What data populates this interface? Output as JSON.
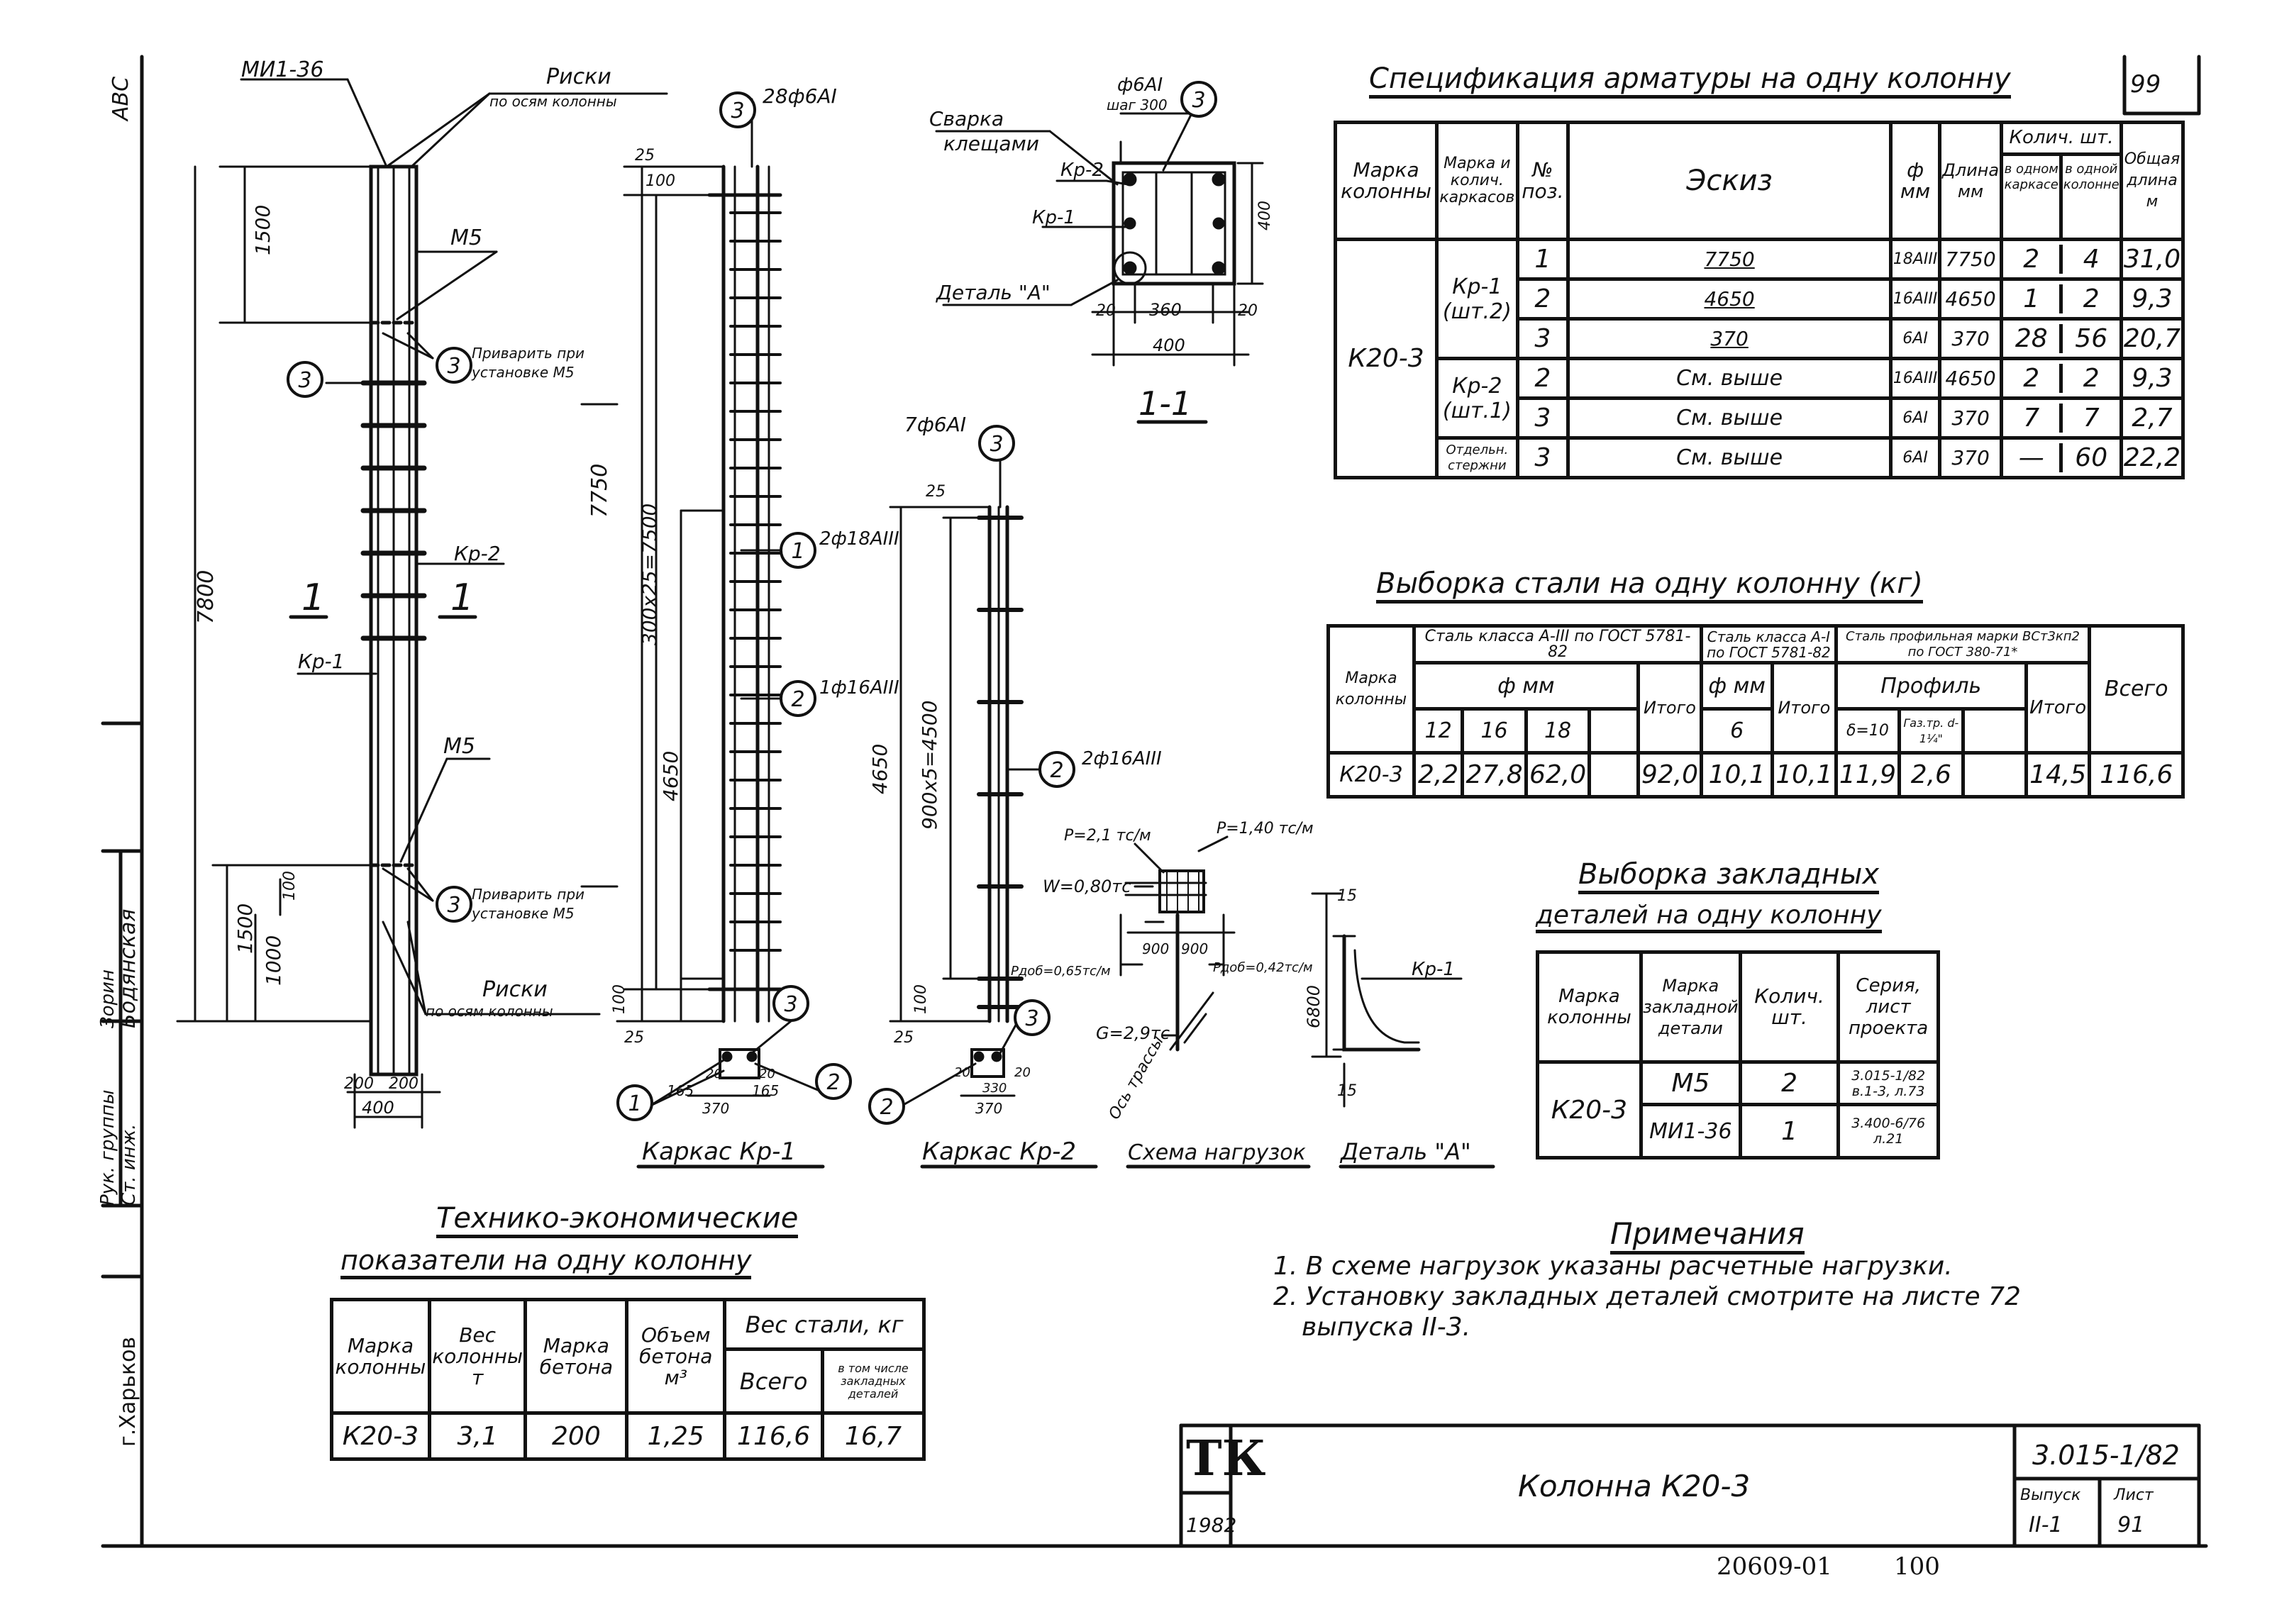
{
  "sheet": {
    "number": "99",
    "doc_code": "3.015-1/82",
    "title": "Колонна К20-3",
    "tk_logo": "ТК",
    "year": "1982",
    "issue_label": "Выпуск",
    "issue_value": "II-1",
    "sheet_label": "Лист",
    "sheet_value": "91",
    "footer_number": "20609-01",
    "footer_page": "100"
  },
  "side_stamp": {
    "top": "АВС",
    "signatures": [
      "Бодянская",
      "Зорин"
    ],
    "roles": [
      "Ст. инж.",
      "Рук. группы"
    ],
    "city": "г.Харьков"
  },
  "labels": {
    "mi": "МИ1-36",
    "riski_top_1": "Риски",
    "riski_top_2": "по осям колонны",
    "m5_top": "М5",
    "weld_top_1": "Приварить при",
    "weld_top_2": "установке М5",
    "kr2": "Кр-2",
    "kr1": "Кр-1",
    "m5_bottom": "М5",
    "weld_bot_1": "Приварить при",
    "weld_bot_2": "установке М5",
    "riski_bot_1": "Риски",
    "riski_bot_2": "по осям колонны",
    "sec_1a": "1",
    "sec_1b": "1",
    "dim_7800": "7800",
    "dim_1500_top": "1500",
    "dim_1500_bot": "1500",
    "dim_1000": "1000",
    "dim_100": "100",
    "dim_200a": "200",
    "dim_200b": "200",
    "dim_400": "400",
    "kr1_28": "28ф6АI",
    "kr1_dim_7750": "7750",
    "kr1_dim_4650": "4650",
    "kr1_dim_300x25": "300х25=7500",
    "kr1_dim_100a": "100",
    "kr1_dim_25a": "25",
    "kr1_dim_100b": "100",
    "kr1_dim_25b": "25",
    "kr1_p1": "2ф18АIII",
    "kr1_p2": "1ф16АIII",
    "kr2_7": "7ф6АI",
    "kr2_dim_4650": "4650",
    "kr2_dim_900x5": "900х5=4500",
    "kr2_dim_25a": "25",
    "kr2_dim_25b": "25",
    "kr2_dim_100": "100",
    "kr2_p2": "2ф16АIII",
    "sec_weld_1": "Сварка",
    "sec_weld_2": "клещами",
    "sec_phi": "ф6АI",
    "sec_step": "шаг 300",
    "sec_kr2": "Кр-2",
    "sec_kr1": "Кр-1",
    "sec_detail": "Деталь \"А\"",
    "sec_400v": "400",
    "sec_20a": "20",
    "sec_360": "360",
    "sec_20b": "20",
    "sec_400h": "400",
    "sec_title": "1-1",
    "load_p1": "Р=2,1 тс/м",
    "load_p2": "Р=1,40 тс/м",
    "load_w": "W=0,80тс",
    "load_900a": "900",
    "load_900b": "900",
    "load_pda": "Рдоб=0,65тс/м",
    "load_pdb": "Рдоб=0,42тс/м",
    "load_g": "G=2,9тс",
    "load_axis": "Ось трассы",
    "load_6800": "6800",
    "det_kr1": "Кр-1",
    "det_15a": "15",
    "det_15b": "15",
    "x_kr1_165a": "165",
    "x_kr1_370": "370",
    "x_kr1_165b": "165",
    "x_kr1_20a": "20",
    "x_kr1_20b": "20",
    "x_kr2_330": "330",
    "x_kr2_370": "370",
    "x_kr2_20a": "20",
    "x_kr2_20b": "20",
    "cap_kr1": "Каркас Кр-1",
    "cap_kr2": "Каркас Кр-2",
    "cap_load": "Схема нагрузок",
    "cap_det": "Деталь \"А\""
  },
  "bubbles": {
    "b3": "3",
    "b1": "1",
    "b2": "2"
  },
  "spec_table": {
    "title": "Спецификация арматуры на одну колонну",
    "headers": [
      "Марка колонны",
      "Марка и колич. каркасов",
      "№ поз.",
      "Эскиз",
      "ф мм",
      "Длина мм",
      "Колич. шт.",
      "Общая длина м"
    ],
    "subheaders": [
      "в одном каркасе",
      "в одной колонне"
    ],
    "column_mark": "К20-3",
    "groups": [
      "Кр-1 (шт.2)",
      "Кр-2 (шт.1)",
      "Отдельн. стержни"
    ],
    "rows": [
      {
        "pos": "1",
        "sketch": "7750",
        "d": "18АIII",
        "len": "7750",
        "n1": "2",
        "n2": "4",
        "total": "31,0"
      },
      {
        "pos": "2",
        "sketch": "4650",
        "d": "16АIII",
        "len": "4650",
        "n1": "1",
        "n2": "2",
        "total": "9,3"
      },
      {
        "pos": "3",
        "sketch": "370",
        "d": "6АI",
        "len": "370",
        "n1": "28",
        "n2": "56",
        "total": "20,7"
      },
      {
        "pos": "2",
        "sketch": "См. выше",
        "d": "16АIII",
        "len": "4650",
        "n1": "2",
        "n2": "2",
        "total": "9,3"
      },
      {
        "pos": "3",
        "sketch": "См. выше",
        "d": "6АI",
        "len": "370",
        "n1": "7",
        "n2": "7",
        "total": "2,7"
      },
      {
        "pos": "3",
        "sketch": "См. выше",
        "d": "6АI",
        "len": "370",
        "n1": "—",
        "n2": "60",
        "total": "22,2"
      }
    ]
  },
  "steel_table": {
    "title": "Выборка стали на одну колонну (кг)",
    "h_mark": "Марка колонны",
    "h_a3": "Сталь класса А-III по ГОСТ 5781-82",
    "h_a1": "Сталь класса А-I по ГОСТ 5781-82",
    "h_prof": "Сталь профильная марки ВСт3кп2 по ГОСТ 380-71*",
    "h_phi1": "ф мм",
    "h_phi2": "ф мм",
    "h_profile": "Профиль",
    "h_itogo": "Итого",
    "h_vsego": "Всего",
    "sub": [
      "12",
      "16",
      "18",
      "",
      "6",
      "δ=10",
      "Газ.тр. d-1¼\""
    ],
    "row": [
      "К20-3",
      "2,2",
      "27,8",
      "62,0",
      "",
      "92,0",
      "10,1",
      "",
      "10,1",
      "11,9",
      "2,6",
      "",
      "14,5",
      "116,6"
    ]
  },
  "embedded_table": {
    "title_1": "Выборка закладных",
    "title_2": "деталей на одну колонну",
    "headers": [
      "Марка колонны",
      "Марка закладной детали",
      "Колич. шт.",
      "Серия, лист проекта"
    ],
    "column_mark": "К20-3",
    "rows": [
      {
        "mark": "М5",
        "qty": "2",
        "series_1": "3.015-1/82",
        "series_2": "в.1-3, л.73"
      },
      {
        "mark": "МИ1-36",
        "qty": "1",
        "series_1": "3.400-6/76",
        "series_2": "л.21"
      }
    ]
  },
  "tech_table": {
    "title_1": "Технико-экономические",
    "title_2": "показатели на одну колонну",
    "headers": [
      "Марка колонны",
      "Вес колонны т",
      "Марка бетона",
      "Объем бетона м³",
      "Вес стали, кг"
    ],
    "subheaders": [
      "Всего",
      "в том числе закладных деталей"
    ],
    "row": [
      "К20-3",
      "3,1",
      "200",
      "1,25",
      "116,6",
      "16,7"
    ]
  },
  "notes": {
    "title": "Примечания",
    "items": [
      "1. В схеме нагрузок указаны расчетные нагрузки.",
      "2. Установку закладных деталей смотрите на листе 72",
      "выпуска II-3."
    ]
  }
}
